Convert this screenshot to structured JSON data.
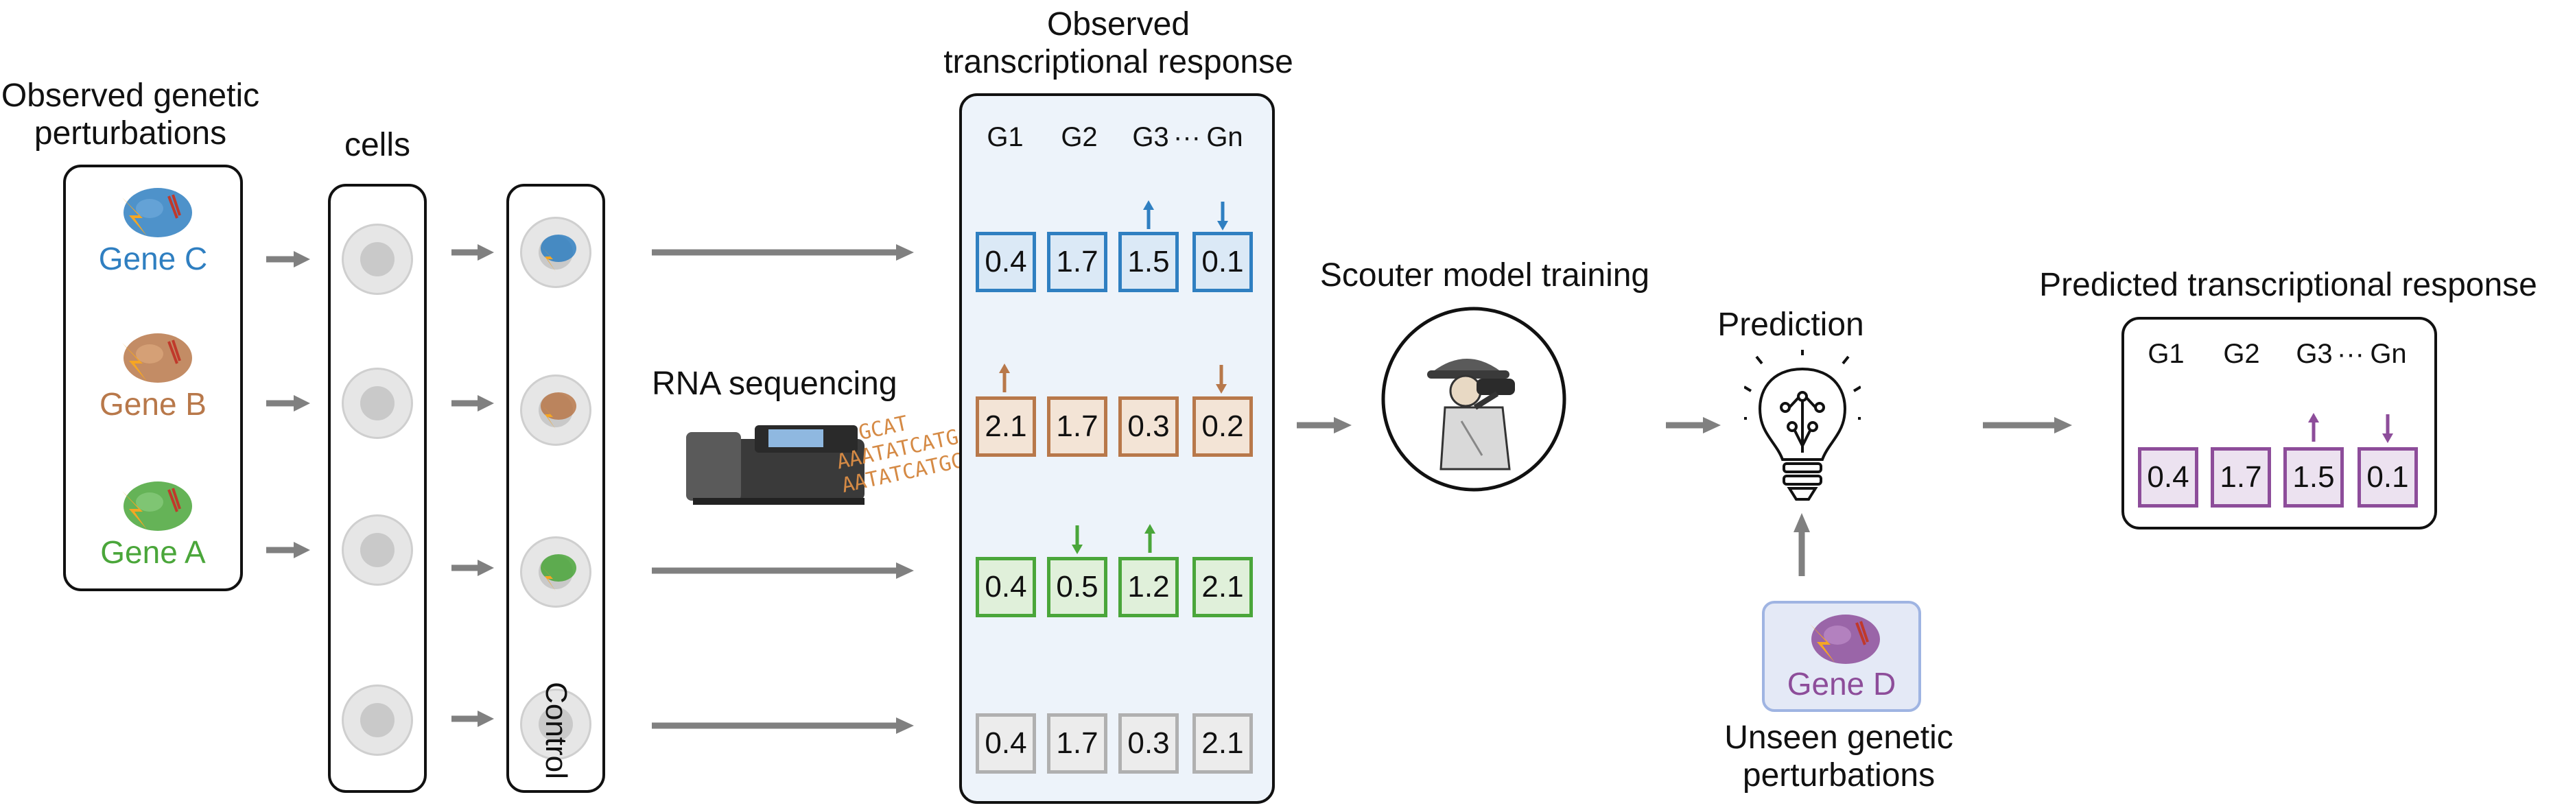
{
  "colors": {
    "gene_c": "#2f7fc1",
    "gene_b": "#b8784a",
    "gene_a": "#4aa63a",
    "gene_d": "#8d4d9a",
    "control": "#9a9a9a",
    "arrow": "#808080"
  },
  "titles": {
    "observed_perturbations_line1": "Observed genetic",
    "observed_perturbations_line2": "perturbations",
    "cells": "cells",
    "observed_response_line1": "Observed",
    "observed_response_line2": "transcriptional response",
    "rna_sequencing": "RNA sequencing",
    "scouter_training": "Scouter model training",
    "prediction": "Prediction",
    "predicted_response": "Predicted transcriptional response",
    "unseen_line1": "Unseen genetic",
    "unseen_line2": "perturbations"
  },
  "genes": {
    "c": "Gene C",
    "b": "Gene B",
    "a": "Gene A",
    "d": "Gene D"
  },
  "control_label": "Control",
  "dna_text": {
    "line1": "GCAT",
    "line2": "AAATATCATGCG",
    "line3": "AATATCATGCGCAT"
  },
  "columns": [
    "G1",
    "G2",
    "G3",
    "···",
    "Gn"
  ],
  "observed": {
    "row_c": [
      "0.4",
      "1.7",
      "1.5",
      "0.1"
    ],
    "row_b": [
      "2.1",
      "1.7",
      "0.3",
      "0.2"
    ],
    "row_a": [
      "0.4",
      "0.5",
      "1.2",
      "2.1"
    ],
    "row_control": [
      "0.4",
      "1.7",
      "0.3",
      "2.1"
    ]
  },
  "predicted": {
    "columns": [
      "G1",
      "G2",
      "G3",
      "···",
      "Gn"
    ],
    "row": [
      "0.4",
      "1.7",
      "1.5",
      "0.1"
    ]
  }
}
